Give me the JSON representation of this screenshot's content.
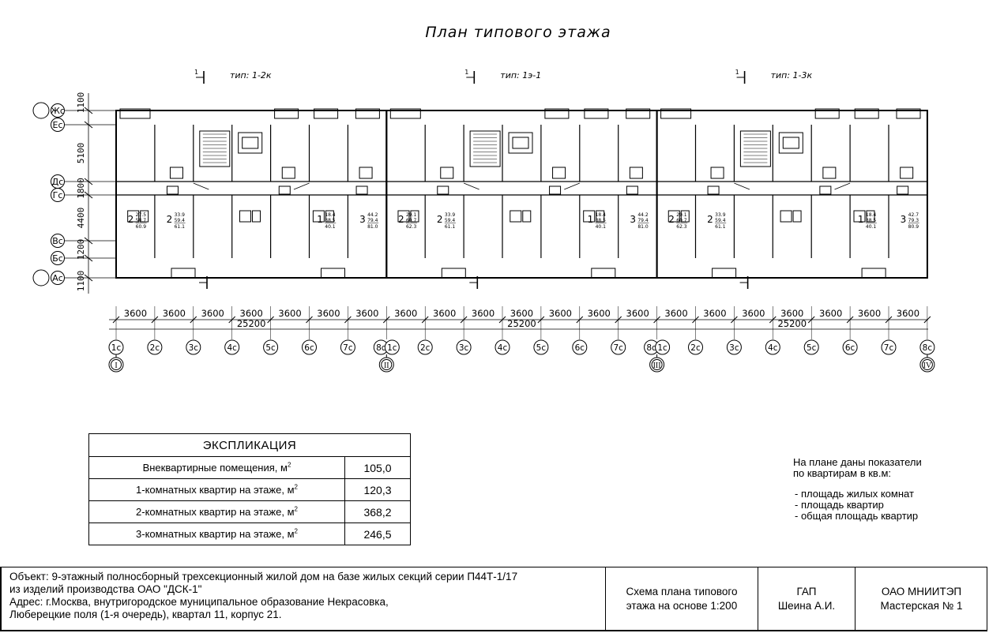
{
  "title": "План типового этажа",
  "sections": [
    {
      "type_label": "тип: 1-2к",
      "axis_label": "I"
    },
    {
      "type_label": "тип: 1э-1",
      "axis_label": "II"
    },
    {
      "type_label": "тип: 1-3к",
      "axis_label": "III"
    }
  ],
  "end_axis_label": "IV",
  "cut_mark": "1",
  "row_axes": [
    "Жс",
    "Ес",
    "Дс",
    "Гс",
    "Вс",
    "Бс",
    "Ас"
  ],
  "row_dims": [
    "1100",
    "5100",
    "1800",
    "4400",
    "1200",
    "1100"
  ],
  "col_axes": [
    "1с",
    "2с",
    "3с",
    "4с",
    "5с",
    "6с",
    "7с",
    "8с"
  ],
  "bay_dim": "3600",
  "section_dim": "25200",
  "area_labels": {
    "s1_apt1": [
      "2",
      "27.5",
      "58.7",
      "60.9"
    ],
    "s1_apt2": [
      "2",
      "33.9",
      "59.4",
      "61.1"
    ],
    "s1_apt3": [
      "1",
      "18.4",
      "38.5",
      "40.1"
    ],
    "s1_apt4": [
      "3",
      "44.2",
      "79.4",
      "81.0"
    ],
    "s2_apt1": [
      "2",
      "29.1",
      "60.7",
      "62.3"
    ],
    "s2_apt2": [
      "2",
      "33.9",
      "59.4",
      "61.1"
    ],
    "s2_apt3": [
      "1",
      "18.4",
      "38.5",
      "40.1"
    ],
    "s2_apt4": [
      "3",
      "44.2",
      "79.4",
      "81.0"
    ],
    "s3_apt1": [
      "2",
      "29.1",
      "60.7",
      "62.3"
    ],
    "s3_apt2": [
      "2",
      "33.9",
      "59.4",
      "61.1"
    ],
    "s3_apt3": [
      "1",
      "18.4",
      "38.5",
      "40.1"
    ],
    "s3_apt4": [
      "3",
      "42.7",
      "79.3",
      "80.9"
    ]
  },
  "explication": {
    "header": "ЭКСПЛИКАЦИЯ",
    "unit_m": "м",
    "unit_sup": "2",
    "rows": [
      {
        "label": "Внеквартирные помещения,",
        "value": "105,0"
      },
      {
        "label": "1-комнатных квартир на этаже,",
        "value": "120,3"
      },
      {
        "label": "2-комнатных квартир на этаже,",
        "value": "368,2"
      },
      {
        "label": "3-комнатных квартир на этаже,",
        "value": "246,5"
      }
    ]
  },
  "note": {
    "intro_1": "На плане даны показатели",
    "intro_2": "по квартирам в кв.м:",
    "items": [
      "- площадь жилых комнат",
      "- площадь квартир",
      "- общая площадь квартир"
    ]
  },
  "stamp": {
    "object_lines": [
      "Объект: 9-этажный полносборный трехсекционный жилой дом на базе жилых секций серии П44Т-1/17",
      "из изделий производства ОАО \"ДСК-1\"",
      "Адрес: г.Москва, внутригородское муниципальное образование Некрасовка,",
      "Люберецкие поля (1-я очередь), квартал 11, корпус 21."
    ],
    "scheme_1": "Схема плана типового",
    "scheme_2": "этажа на основе 1:200",
    "role": "ГАП",
    "person": "Шеина А.И.",
    "org_1": "ОАО МНИИТЭП",
    "org_2": "Мастерская № 1"
  }
}
